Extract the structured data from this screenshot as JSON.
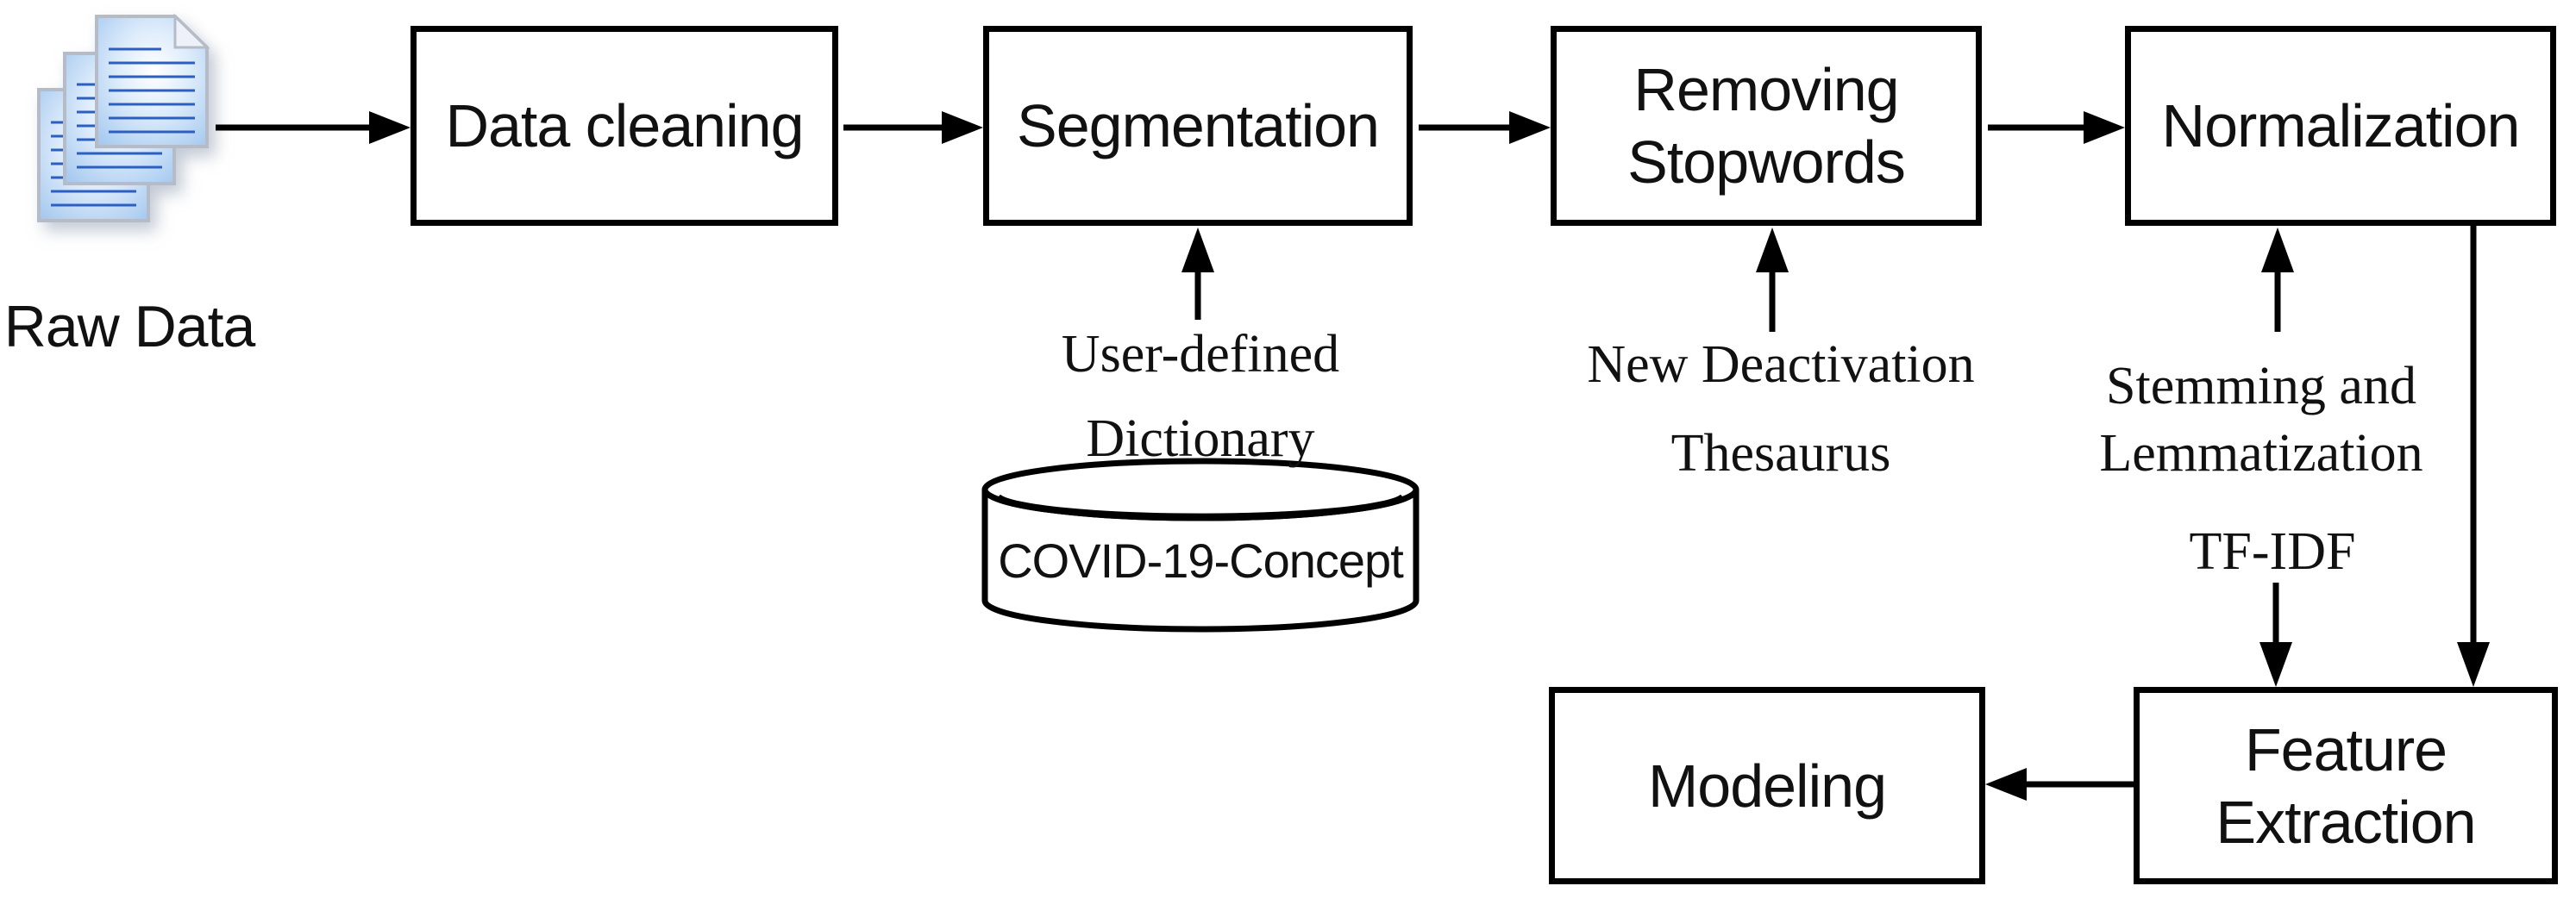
{
  "diagram": {
    "title": "Text preprocessing pipeline flowchart",
    "colors": {
      "background": "#ffffff",
      "stroke": "#000000",
      "box_fill": "#ffffff",
      "page_fill_edge": "#a4c8ef",
      "page_fill_center": "#ffffff",
      "page_border": "#b5bcc8",
      "page_rule_line": "#2d5fc0",
      "fold_fill": "#eef2f8"
    },
    "source": {
      "label": "Raw Data",
      "icon": "document-stack-icon"
    },
    "nodes": {
      "data_cleaning": "Data cleaning",
      "segmentation": "Segmentation",
      "removing_stopwords": "Removing\nStopwords",
      "normalization": "Normalization",
      "modeling": "Modeling",
      "feature_extraction": "Feature\nExtraction"
    },
    "datastore": {
      "shape": "cylinder",
      "label": "COVID-19-Concept"
    },
    "annotations": {
      "user_defined_dictionary": "User-defined\nDictionary",
      "new_deactivation_thesaurus": "New Deactivation\nThesaurus",
      "stemming_and_lemmatization": "Stemming and\nLemmatization",
      "tf_idf": "TF-IDF"
    },
    "edges": [
      {
        "from": "raw-data",
        "to": "data-cleaning"
      },
      {
        "from": "data-cleaning",
        "to": "segmentation"
      },
      {
        "from": "segmentation",
        "to": "removing-stopwords"
      },
      {
        "from": "removing-stopwords",
        "to": "normalization"
      },
      {
        "from": "user-defined-dictionary",
        "to": "segmentation"
      },
      {
        "from": "new-deactivation-thesaurus",
        "to": "removing-stopwords"
      },
      {
        "from": "stemming-and-lemmatization",
        "to": "normalization"
      },
      {
        "from": "tf-idf",
        "to": "feature-extraction"
      },
      {
        "from": "normalization",
        "to": "feature-extraction"
      },
      {
        "from": "feature-extraction",
        "to": "modeling"
      }
    ]
  }
}
